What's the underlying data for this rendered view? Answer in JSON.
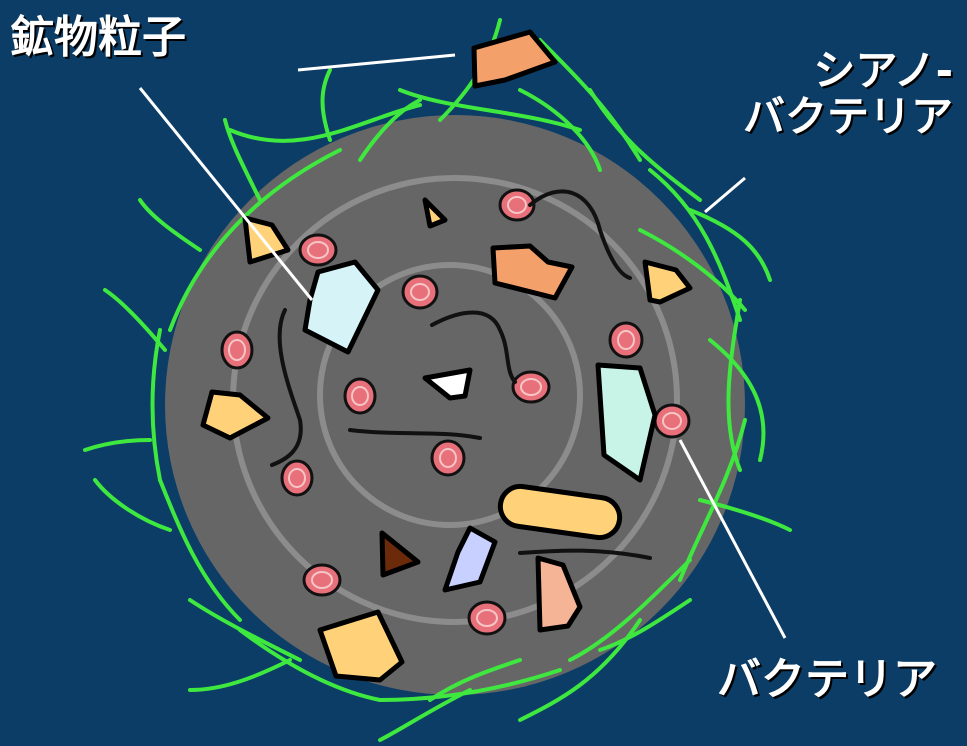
{
  "labels": {
    "mineral_particles": "鉱物粒子",
    "cyanobacteria_line1": "シアノ-",
    "cyanobacteria_line2": "バクテリア",
    "bacteria": "バクテリア"
  },
  "colors": {
    "background": "#0b3d66",
    "aggregate_fill": "#666666",
    "ring_stroke": "#8c8c8c",
    "cyanobacteria_filament": "#3fe83f",
    "bacteria_cell": "#e8707a",
    "mineral_orange": "#f4a06a",
    "mineral_yellow": "#ffd27a",
    "mineral_lightblue": "#d6f4f8",
    "mineral_mint": "#c8f4e8",
    "mineral_brown": "#6b2a0a",
    "mineral_lavender": "#c8d0ff",
    "mineral_peach": "#f6b496",
    "leader_line": "#ffffff"
  }
}
